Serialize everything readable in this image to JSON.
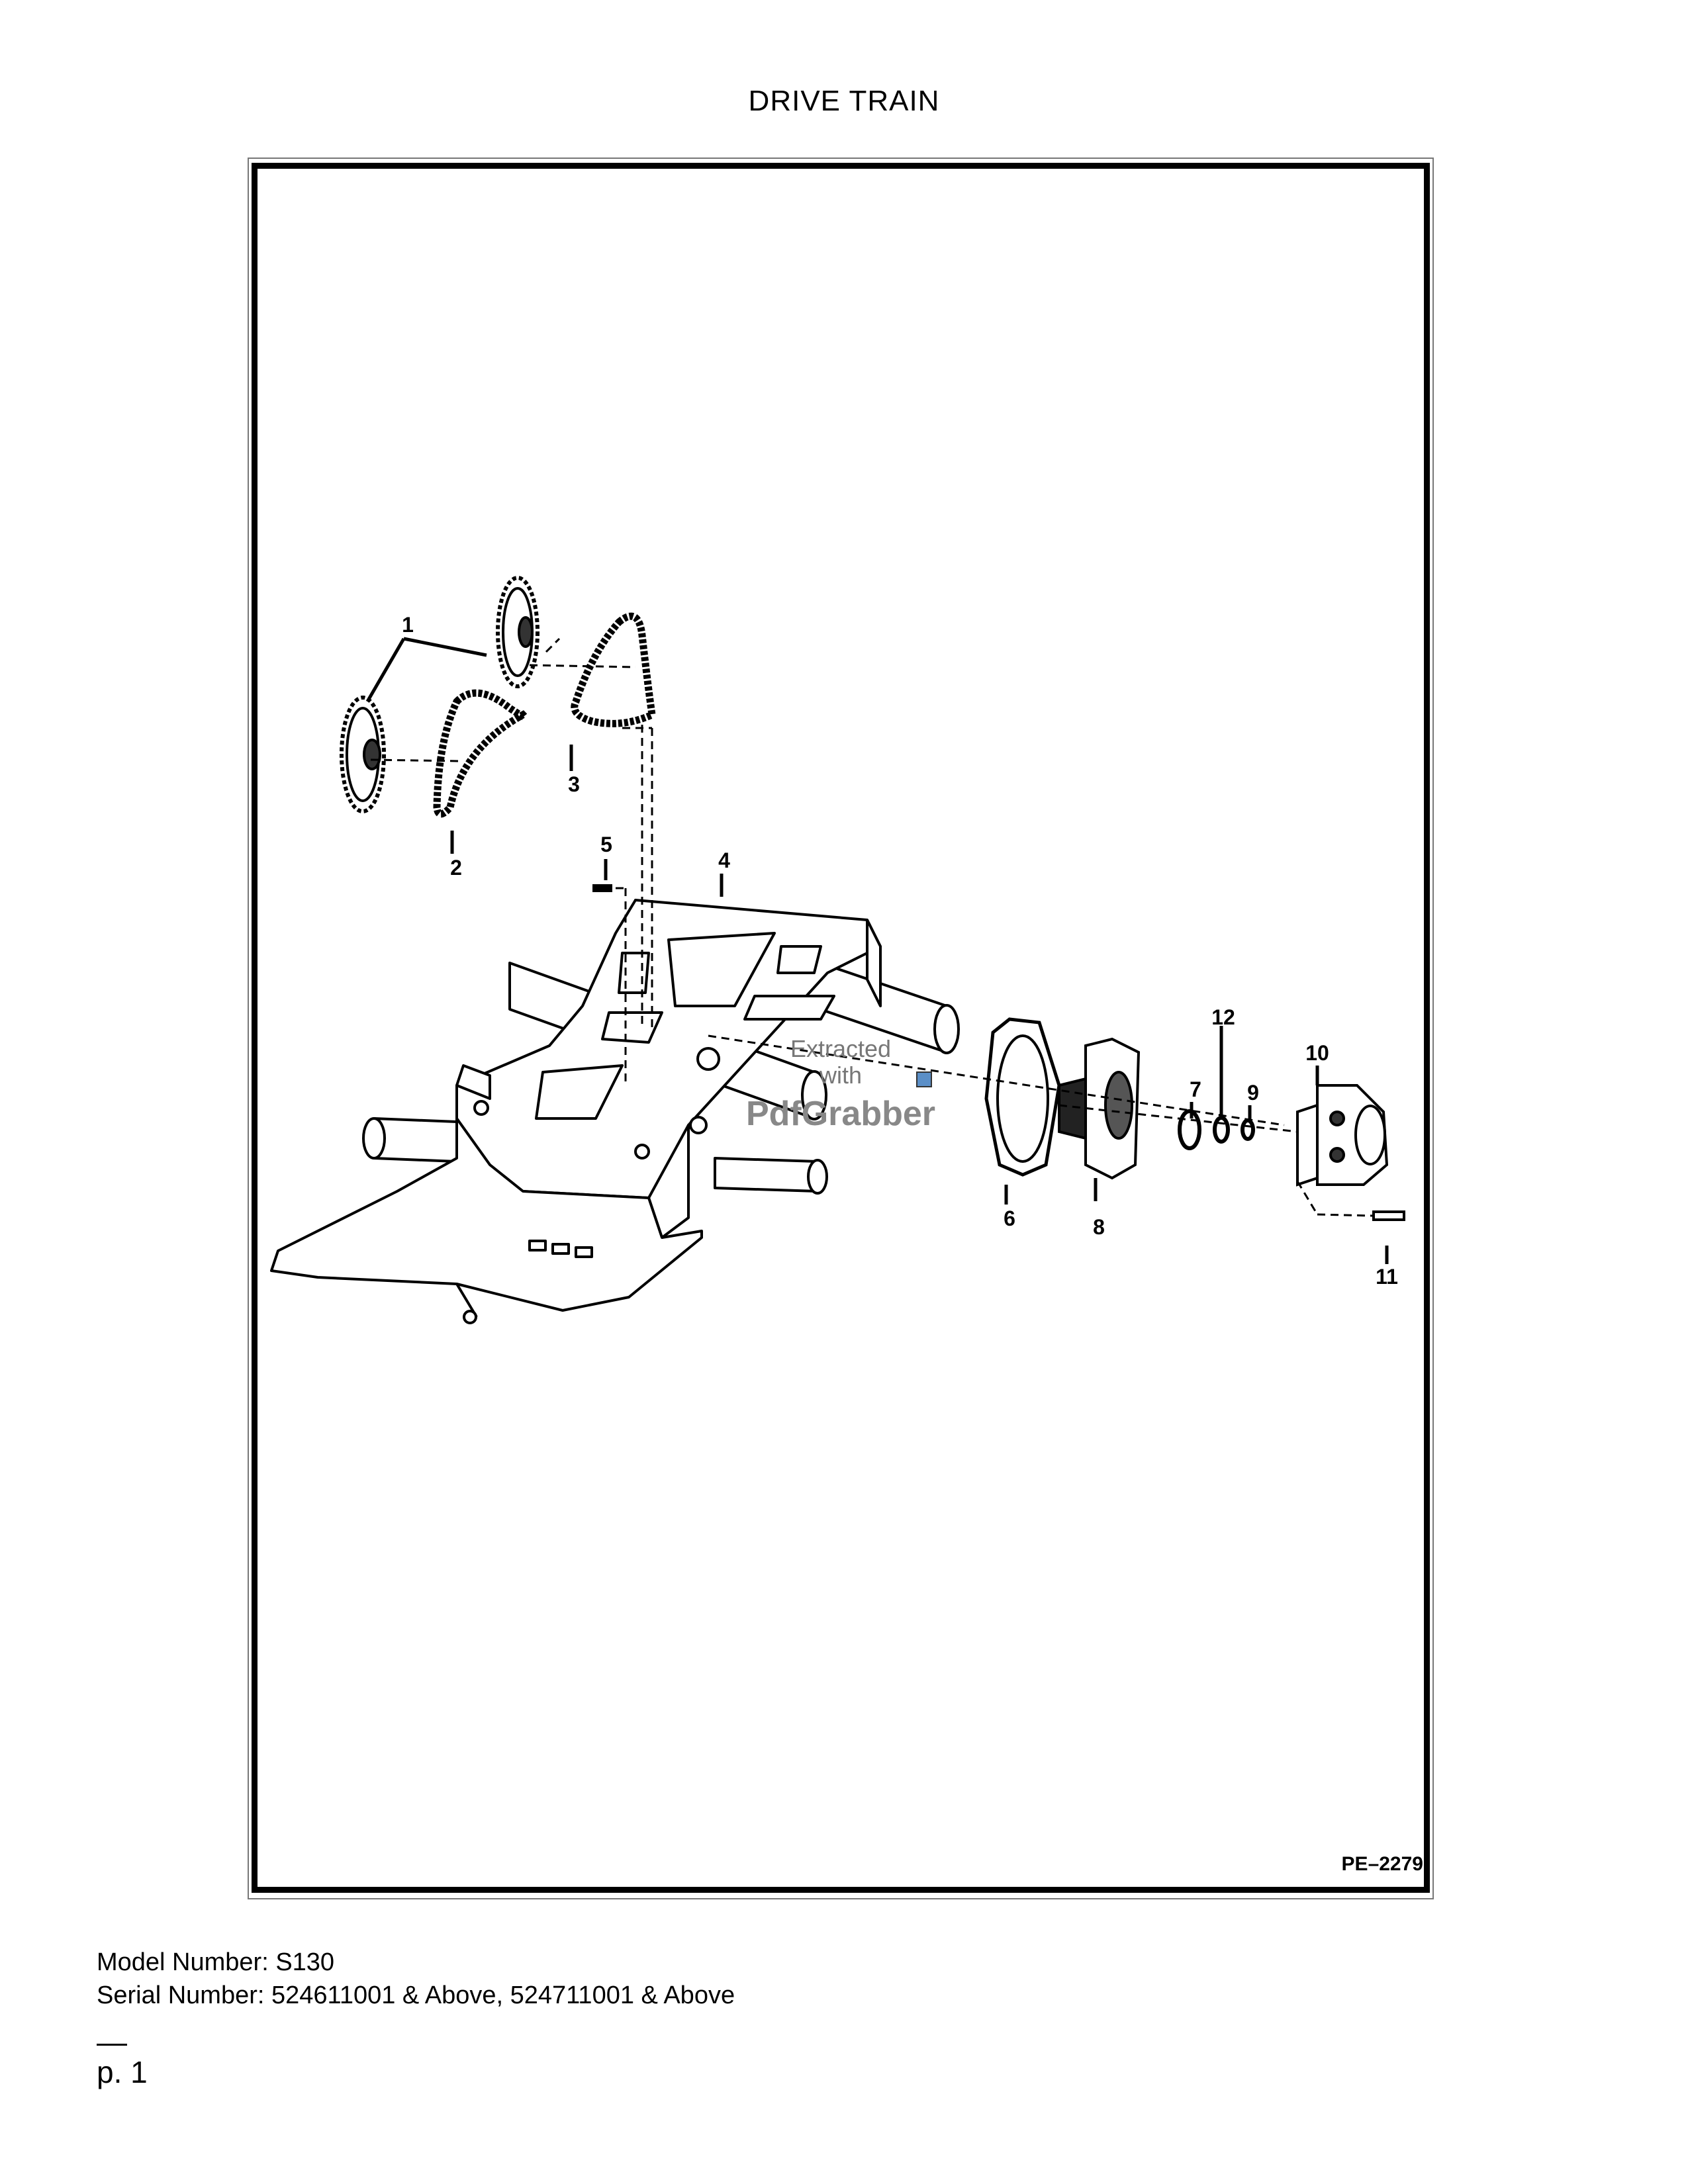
{
  "page": {
    "title": "DRIVE TRAIN",
    "figure_code": "PE–2279",
    "model_line": "Model Number: S130",
    "serial_line": "Serial Number: 524611001 & Above, 524711001 & Above",
    "page_number": "p. 1"
  },
  "callouts": [
    "1",
    "2",
    "3",
    "4",
    "5",
    "6",
    "7",
    "8",
    "9",
    "10",
    "11",
    "12"
  ],
  "watermark": {
    "line1": "Extracted",
    "line2": "with",
    "brand": "PdfGrabber"
  }
}
